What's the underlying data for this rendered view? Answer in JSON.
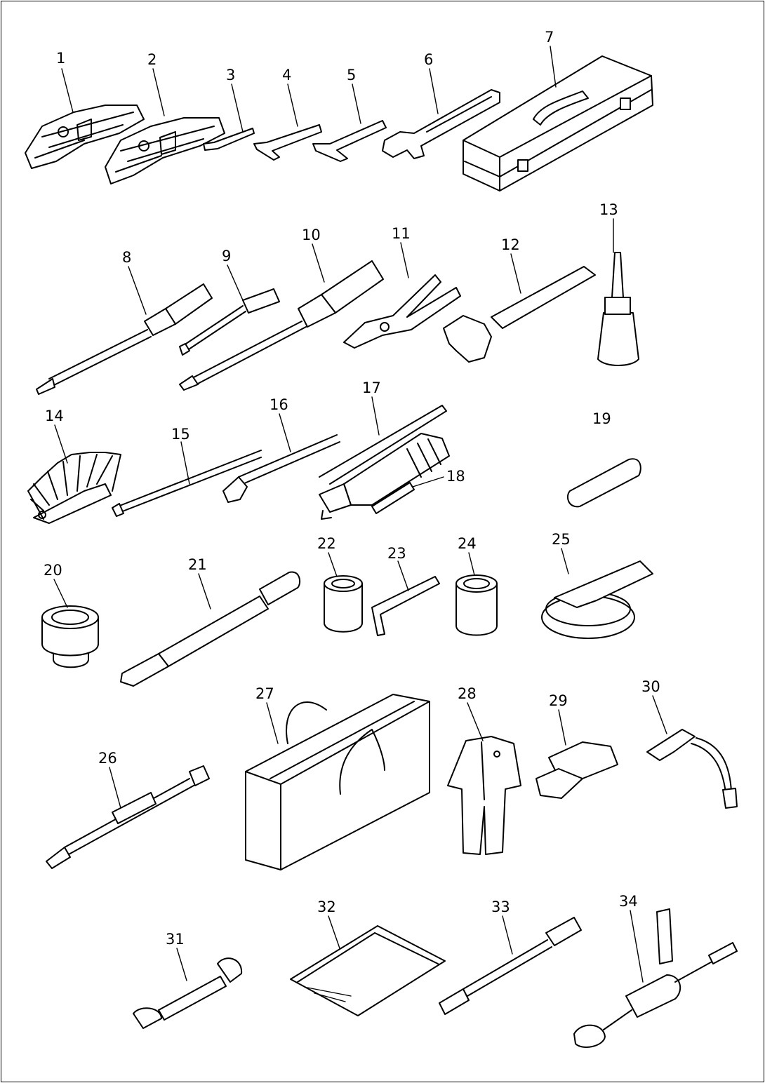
{
  "diagram": {
    "parts": [
      {
        "no": "1"
      },
      {
        "no": "2"
      },
      {
        "no": "3"
      },
      {
        "no": "4"
      },
      {
        "no": "5"
      },
      {
        "no": "6"
      },
      {
        "no": "7"
      },
      {
        "no": "8"
      },
      {
        "no": "9"
      },
      {
        "no": "10"
      },
      {
        "no": "11"
      },
      {
        "no": "12"
      },
      {
        "no": "13"
      },
      {
        "no": "14"
      },
      {
        "no": "15"
      },
      {
        "no": "16"
      },
      {
        "no": "17"
      },
      {
        "no": "18"
      },
      {
        "no": "19"
      },
      {
        "no": "20"
      },
      {
        "no": "21"
      },
      {
        "no": "22"
      },
      {
        "no": "23"
      },
      {
        "no": "24"
      },
      {
        "no": "25"
      },
      {
        "no": "26"
      },
      {
        "no": "27"
      },
      {
        "no": "28"
      },
      {
        "no": "29"
      },
      {
        "no": "30"
      },
      {
        "no": "31"
      },
      {
        "no": "32"
      },
      {
        "no": "33"
      },
      {
        "no": "34"
      }
    ]
  }
}
